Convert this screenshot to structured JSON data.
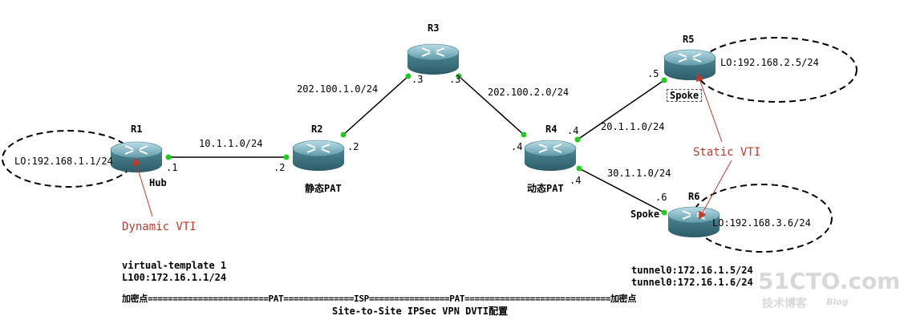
{
  "routers": [
    {
      "id": "R1",
      "name": "R1",
      "sub": "Hub"
    },
    {
      "id": "R2",
      "name": "R2",
      "sub": "静态PAT"
    },
    {
      "id": "R3",
      "name": "R3",
      "sub": ""
    },
    {
      "id": "R4",
      "name": "R4",
      "sub": "动态PAT"
    },
    {
      "id": "R5",
      "name": "R5",
      "sub": "Spoke"
    },
    {
      "id": "R6",
      "name": "R6",
      "sub": "Spoke"
    }
  ],
  "loopbacks": {
    "r1": "LO:192.168.1.1/24",
    "r5": "LO:192.168.2.5/24",
    "r6": "LO:192.168.3.6/24"
  },
  "networks": {
    "r1_r2": "10.1.1.0/24",
    "r2_r3": "202.100.1.0/24",
    "r3_r4": "202.100.2.0/24",
    "r4_r5": "20.1.1.0/24",
    "r4_r6": "30.1.1.0/24"
  },
  "interfaces": {
    "r1": ".1",
    "r2_left": ".2",
    "r2_right": ".2",
    "r3_left": ".3",
    "r3_right": ".3",
    "r4_left": ".4",
    "r4_top": ".4",
    "r4_bottom": ".4",
    "r5": ".5",
    "r6": ".6"
  },
  "annotations": {
    "dynamic_vti": "Dynamic VTI",
    "static_vti": "Static VTI"
  },
  "hub_config": {
    "line1": "virtual-template 1",
    "line2": "L100:172.16.1.1/24"
  },
  "spoke_config": {
    "line1": "tunnel0:172.16.1.5/24",
    "line2": "tunnel0:172.16.1.6/24"
  },
  "path_line": "加密点========================PAT==============ISP================PAT=============================加密点",
  "caption": "Site-to-Site IPSec VPN DVTI配置",
  "watermark": {
    "main": "51CTO.com",
    "sub": "技术博客",
    "blog": "Blog"
  }
}
